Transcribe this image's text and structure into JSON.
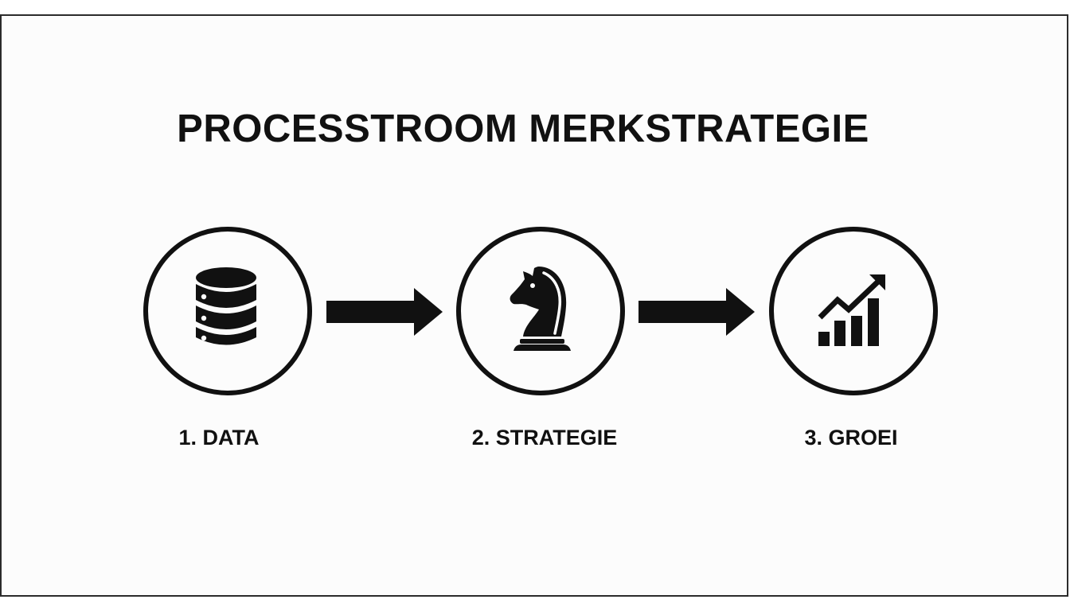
{
  "diagram": {
    "title": "PROCESSTROOM MERKSTRATEGIE",
    "steps": [
      {
        "label": "1. DATA",
        "icon": "database-icon"
      },
      {
        "label": "2. STRATEGIE",
        "icon": "chess-knight-icon"
      },
      {
        "label": "3. GROEI",
        "icon": "growth-chart-icon"
      }
    ],
    "colors": {
      "ink": "#111111",
      "background": "#fcfcfc",
      "frame": "#2b2b2b"
    }
  }
}
